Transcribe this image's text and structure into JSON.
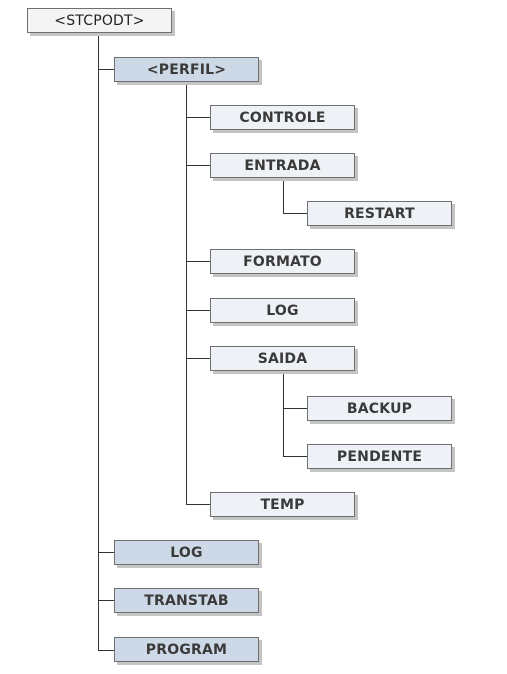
{
  "tree": {
    "root": "<STCPODT>",
    "perfil": "<PERFIL>",
    "perfil_children": {
      "controle": "CONTROLE",
      "entrada": "ENTRADA",
      "restart": "RESTART",
      "formato": "FORMATO",
      "log": "LOG",
      "saida": "SAIDA",
      "backup": "BACKUP",
      "pendente": "PENDENTE",
      "temp": "TEMP"
    },
    "log": "LOG",
    "transtab": "TRANSTAB",
    "program": "PROGRAM"
  },
  "colors": {
    "level1_fill": "#cdd9e6",
    "level2_fill": "#eef1f5",
    "root_fill": "#f4f4f4",
    "border": "#6f6f6f",
    "connector": "#333333"
  }
}
